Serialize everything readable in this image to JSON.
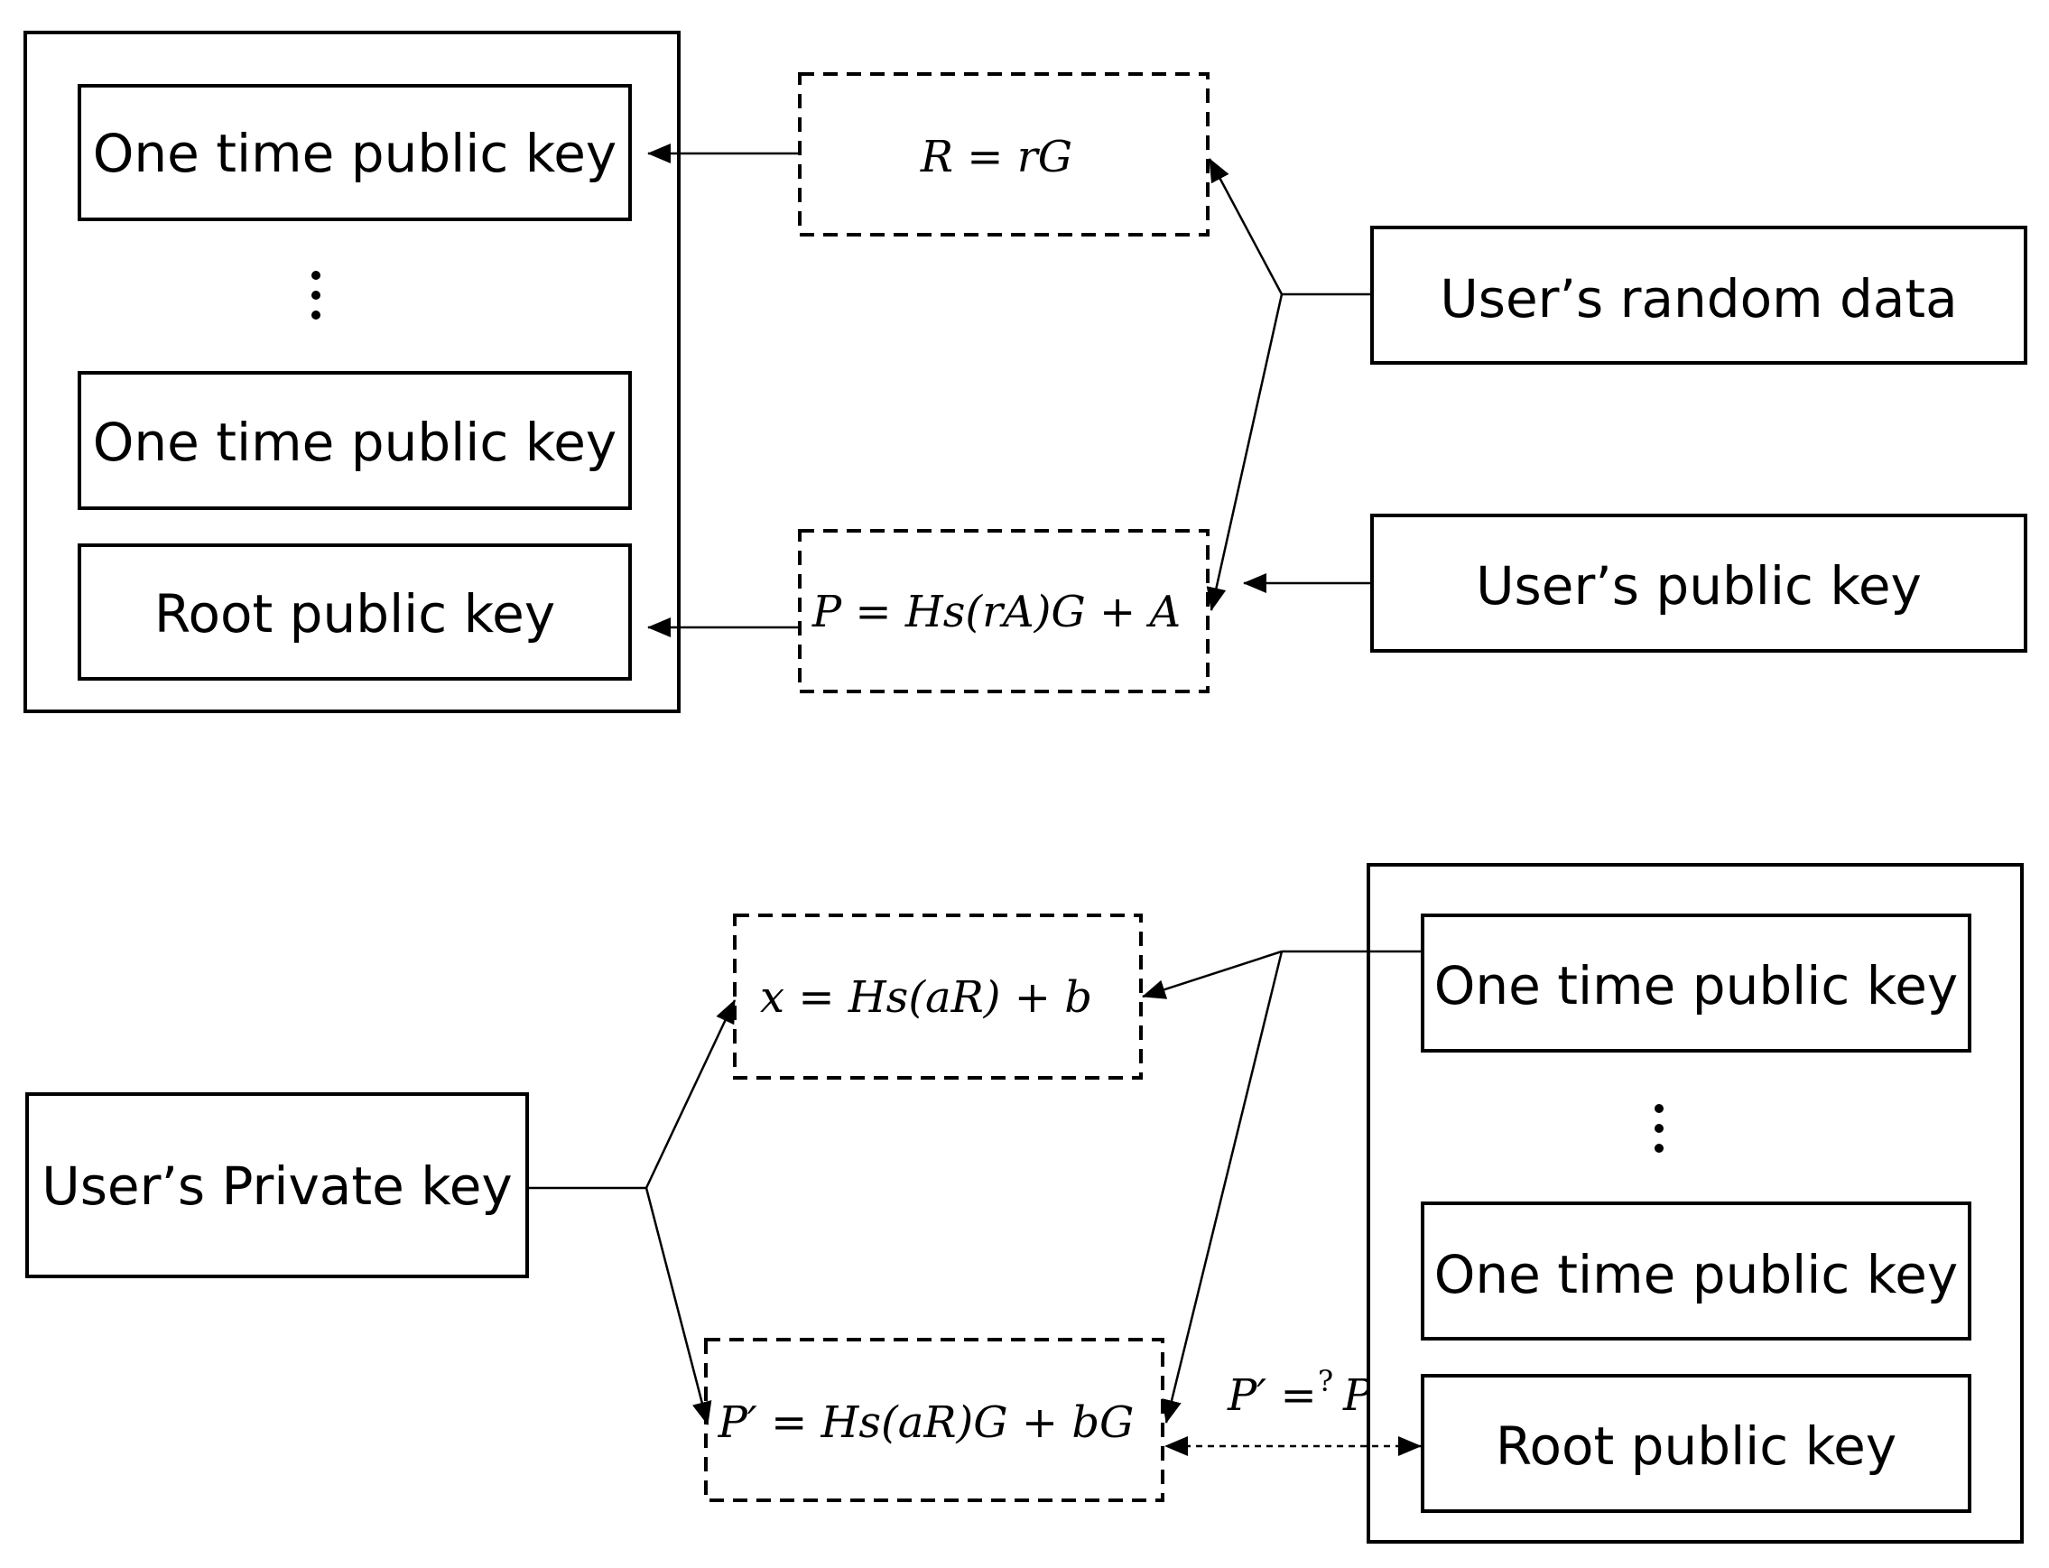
{
  "top": {
    "otk_1": "One time public key",
    "otk_2": "One time public key",
    "root": "Root public key",
    "eq_R": "R = rG",
    "eq_P": "P = Hs(rA)G + A",
    "random_data": "User’s random data",
    "user_pub": "User’s public key"
  },
  "bottom": {
    "private_key": "User’s Private key",
    "eq_x": "x = Hs(aR) + b",
    "eq_Pprime": "P′ = Hs(aR)G + bG",
    "compare_lhs": "P′ =",
    "compare_q": "?",
    "compare_rhs": "P",
    "otk_1": "One time public key",
    "otk_2": "One time public key",
    "root": "Root public key"
  }
}
